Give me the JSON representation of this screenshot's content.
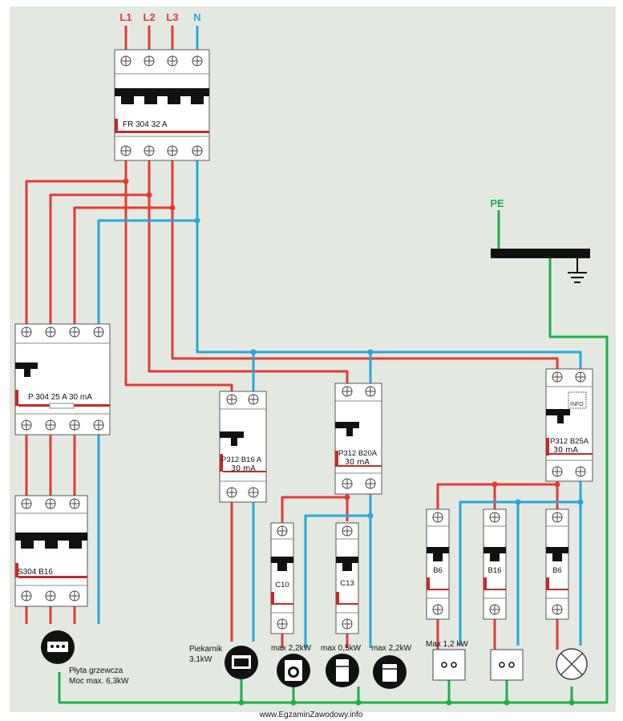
{
  "colors": {
    "background": "#e3e9e1",
    "phase": "#e53935",
    "neutral": "#29a6dc",
    "earth": "#1fae4b",
    "device_body": "#ffffff",
    "lever": "#111111"
  },
  "supply": {
    "l1": "L1",
    "l2": "L2",
    "l3": "L3",
    "n": "N",
    "pe": "PE"
  },
  "devices": {
    "main_switch": "FR 304 32 A",
    "rcd_cooker": "P 304 25 A 30 mA",
    "mcb_cooker": "S304 B16",
    "rcbo_oven_rating": "P312 B16 A",
    "rcbo_oven_ma": "30 mA",
    "rcbo_mid_rating": "P312 B20A",
    "rcbo_mid_ma": "30 mA",
    "rcbo_right_rating": "P312 B25A",
    "rcbo_right_ma": "30 mA",
    "rcbo_right_info": "INFO",
    "mcb_c10": "C10",
    "mcb_c13": "C13",
    "mcb_b6a": "B6",
    "mcb_b16": "B16",
    "mcb_b6b": "B6"
  },
  "loads": {
    "cooker_line1": "Płyta grzewcza",
    "cooker_line2": "Moc max. 6,3kW",
    "oven_line1": "Piekarnik",
    "oven_line2": "3,1kW",
    "washer": "max 2,2kW",
    "fridge": "max 0,5kW",
    "dishwasher": "max 2,2kW",
    "socket_max": "Max 1,2 kW"
  },
  "watermark": "www.EgzaminZawodowy.info"
}
